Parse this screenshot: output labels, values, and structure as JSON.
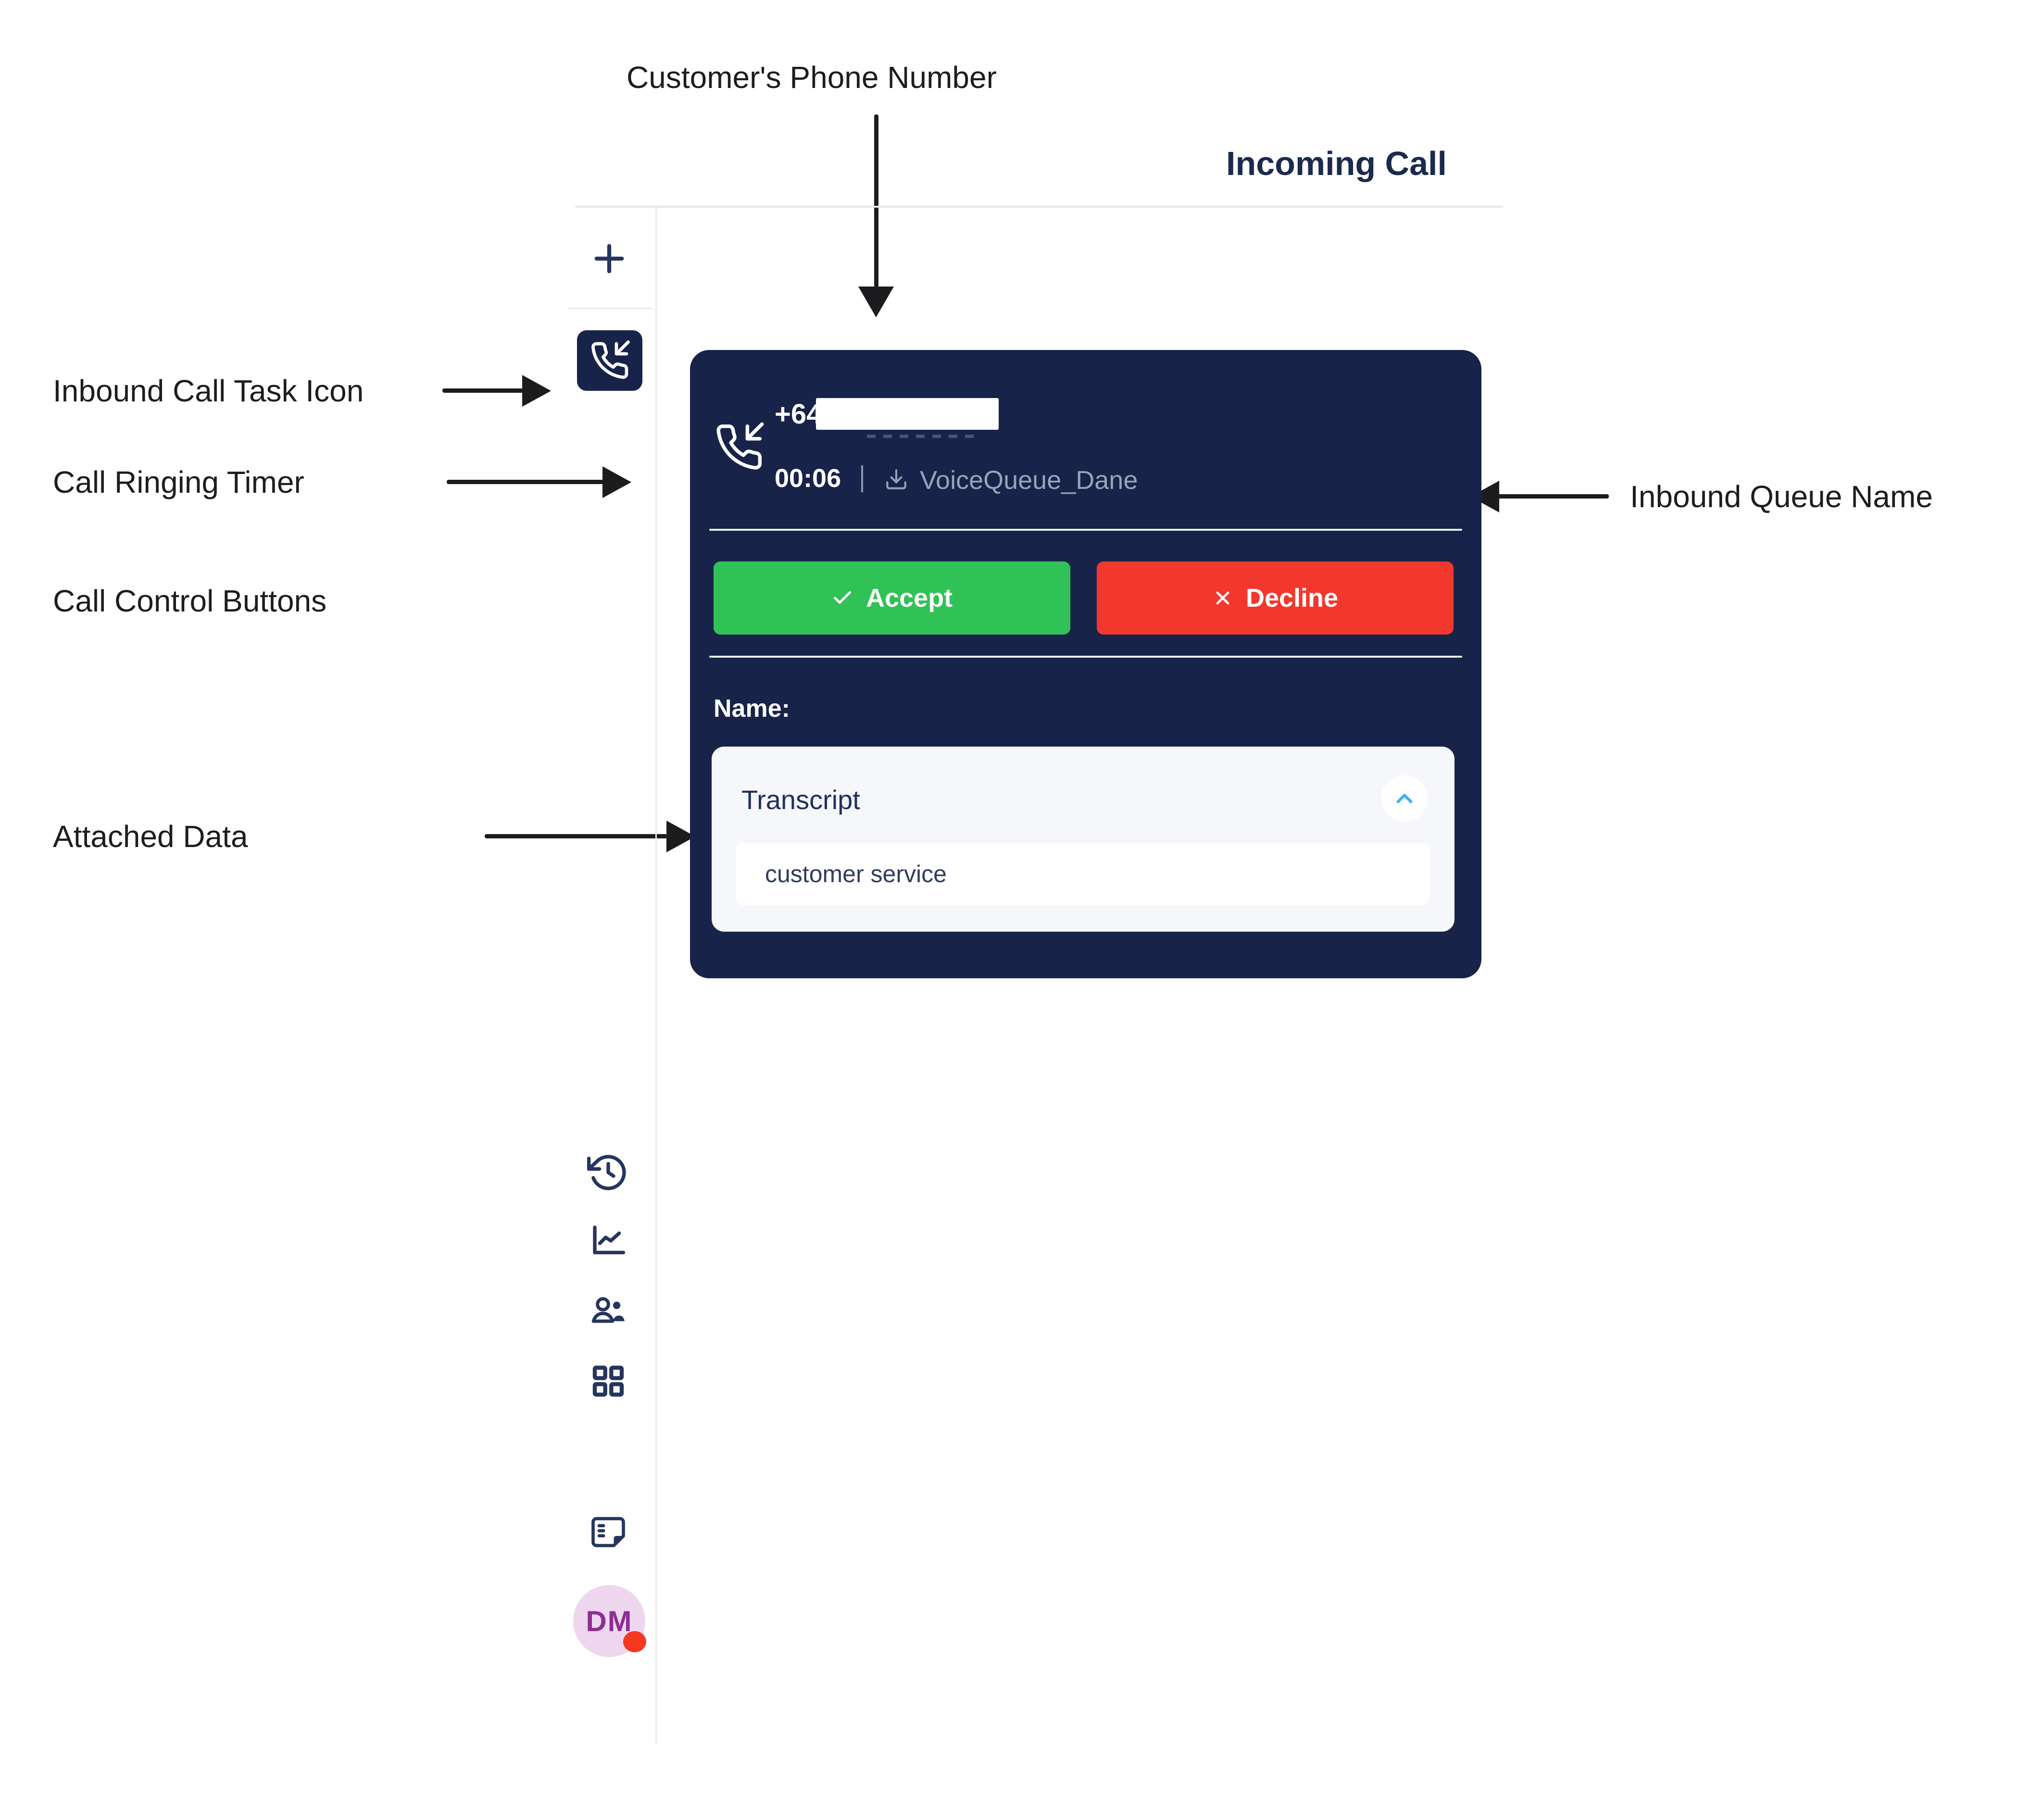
{
  "annotations": {
    "customer_phone_label": "Customer's Phone Number",
    "inbound_task_label": "Inbound Call Task Icon",
    "ringing_timer_label": "Call Ringing Timer",
    "call_controls_label": "Call Control Buttons",
    "attached_data_label": "Attached Data",
    "queue_name_label": "Inbound Queue Name"
  },
  "header": {
    "title": "Incoming Call"
  },
  "sidebar": {
    "icons": [
      {
        "name": "add-task",
        "glyph": "plus-icon"
      },
      {
        "name": "inbound-call-task",
        "glyph": "phone-incoming-icon"
      },
      {
        "name": "history",
        "glyph": "history-clock-icon"
      },
      {
        "name": "stats",
        "glyph": "line-chart-icon"
      },
      {
        "name": "agents",
        "glyph": "people-icon"
      },
      {
        "name": "apps",
        "glyph": "grid-icon"
      },
      {
        "name": "notes",
        "glyph": "note-icon"
      }
    ],
    "avatar": {
      "initials": "DM",
      "status_dot_color": "#f4391f"
    }
  },
  "call_card": {
    "phone_number_prefix": "+64",
    "ringing_timer": "00:06",
    "queue_separator": "|",
    "queue_name": "VoiceQueue_Dane",
    "accept_label": "Accept",
    "decline_label": "Decline",
    "name_label": "Name:",
    "attached_data": {
      "title": "Transcript",
      "value": "customer service"
    }
  },
  "colors": {
    "card_navy": "#18234a",
    "accept_green": "#31c257",
    "decline_red": "#f2382e",
    "avatar_pink": "#eed7ee",
    "chevron_blue": "#35b5ef",
    "icon_navy": "#26355f"
  }
}
